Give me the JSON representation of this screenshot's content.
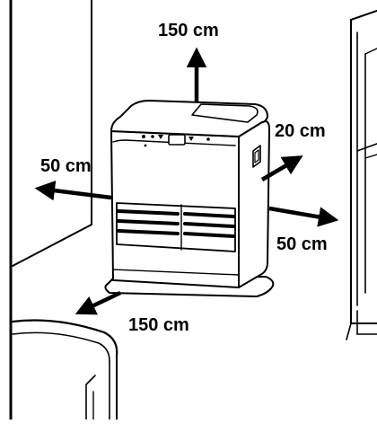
{
  "clearances": {
    "top": "150 cm",
    "right_back": "20 cm",
    "left": "50 cm",
    "right": "50 cm",
    "front": "150 cm"
  },
  "colors": {
    "line": "#000000",
    "fill": "#ffffff"
  },
  "icons": {
    "heater": "kerosene-heater-illustration",
    "arrows": "clearance-arrow"
  }
}
